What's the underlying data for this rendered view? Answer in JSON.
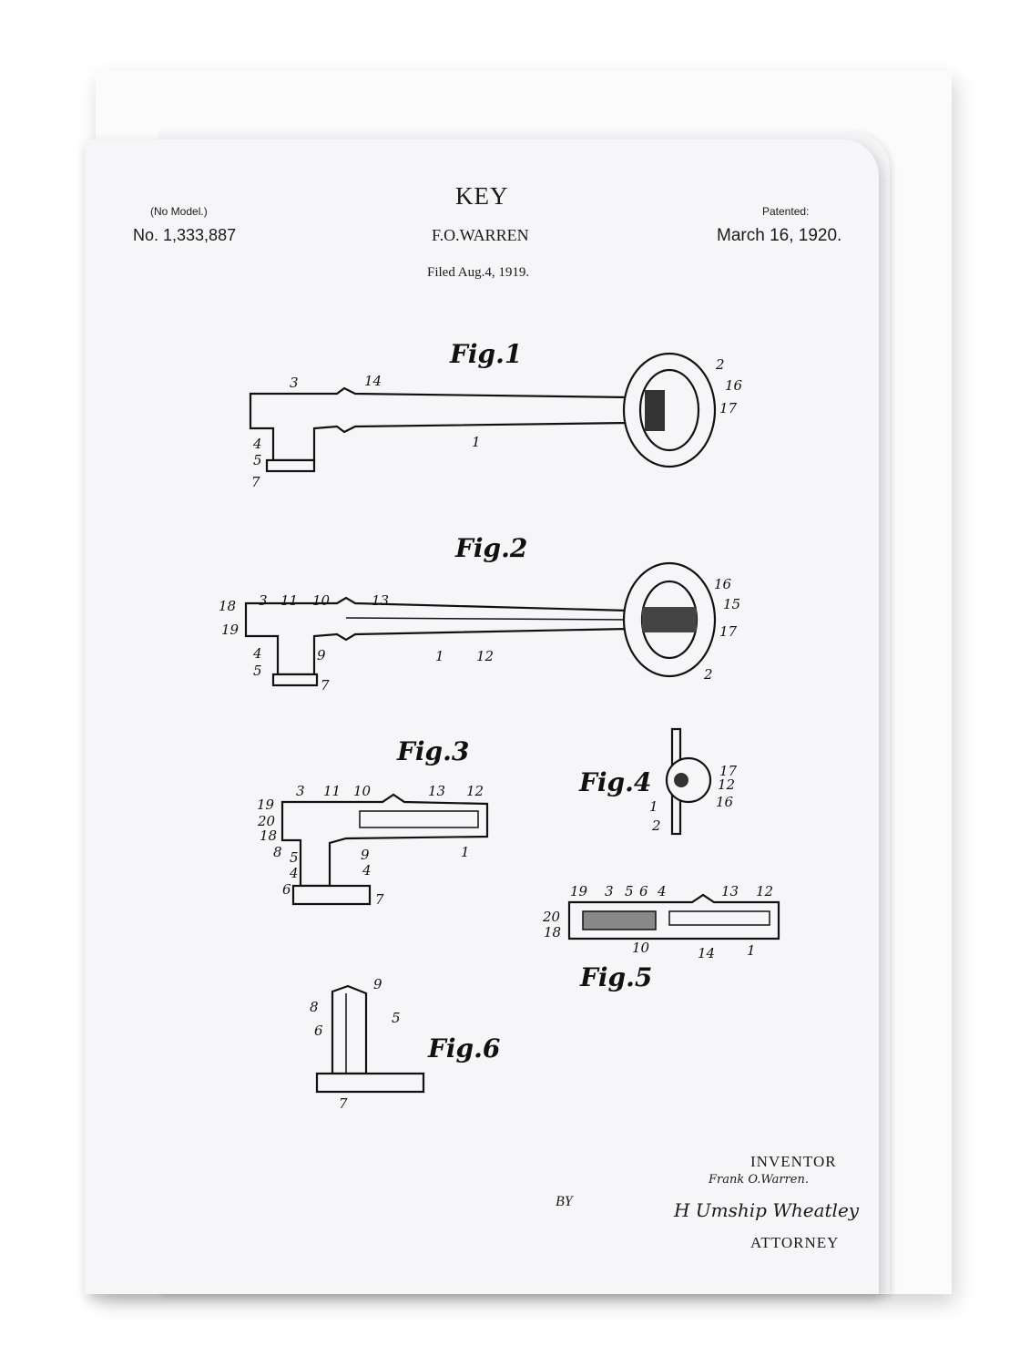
{
  "header": {
    "title": "KEY",
    "no_model": "(No Model.)",
    "patent_number": "No. 1,333,887",
    "inventor_name": "F.O.WARREN",
    "patented_label": "Patented:",
    "patented_date": "March 16, 1920.",
    "filed": "Filed Aug.4, 1919."
  },
  "figures": {
    "fig1": {
      "label": "Fig.1",
      "parts": [
        "3",
        "14",
        "2",
        "16",
        "17",
        "4",
        "5",
        "7",
        "1"
      ]
    },
    "fig2": {
      "label": "Fig.2",
      "parts": [
        "18",
        "3",
        "11",
        "10",
        "13",
        "19",
        "4",
        "5",
        "9",
        "1",
        "12",
        "7",
        "16",
        "15",
        "17",
        "2"
      ]
    },
    "fig3": {
      "label": "Fig.3",
      "parts": [
        "3",
        "11",
        "10",
        "13",
        "12",
        "19",
        "20",
        "18",
        "8",
        "5",
        "4",
        "6",
        "9",
        "4",
        "7",
        "1"
      ]
    },
    "fig4": {
      "label": "Fig.4",
      "parts": [
        "17",
        "12",
        "1",
        "16",
        "2"
      ]
    },
    "fig5": {
      "label": "Fig.5",
      "parts": [
        "19",
        "3",
        "5",
        "6",
        "4",
        "13",
        "12",
        "20",
        "18",
        "10",
        "14",
        "1"
      ]
    },
    "fig6": {
      "label": "Fig.6",
      "parts": [
        "9",
        "8",
        "5",
        "6",
        "7"
      ]
    }
  },
  "footer": {
    "inventor_label": "INVENTOR",
    "inventor_signature": "Frank O.Warren.",
    "by": "BY",
    "attorney_signature": "H Umship Wheatley",
    "attorney_label": "ATTORNEY"
  }
}
